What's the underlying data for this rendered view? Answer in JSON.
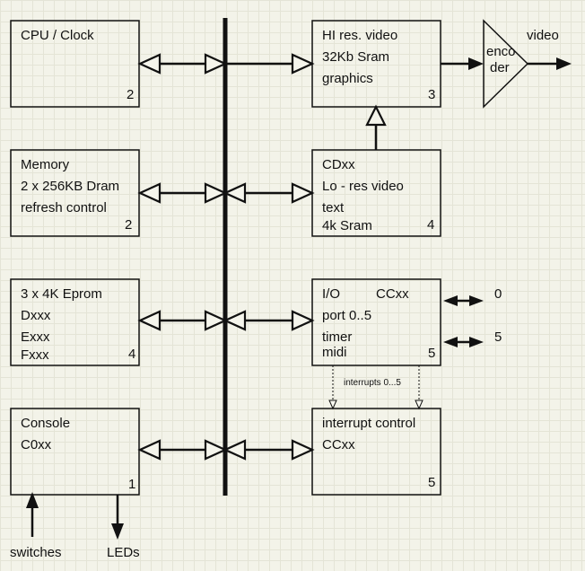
{
  "blocks": {
    "cpu": {
      "lines": [
        "CPU / Clock"
      ],
      "num": "2"
    },
    "hires": {
      "lines": [
        "HI res. video",
        "32Kb Sram",
        "graphics"
      ],
      "num": "3"
    },
    "memory": {
      "lines": [
        "Memory",
        "2 x 256KB Dram",
        "refresh control"
      ],
      "num": "2"
    },
    "cdxx": {
      "lines": [
        "CDxx",
        "Lo - res video",
        "text",
        "4k Sram"
      ],
      "num": "4"
    },
    "eprom": {
      "lines": [
        "3 x 4K Eprom",
        "Dxxx",
        "Exxx",
        "Fxxx"
      ],
      "num": "4"
    },
    "io": {
      "lines": [
        "I/O",
        "CCxx",
        "port 0..5",
        "timer",
        "midi"
      ],
      "num": "5"
    },
    "console": {
      "lines": [
        "Console",
        "C0xx"
      ],
      "num": "1"
    },
    "interrupt": {
      "lines": [
        "interrupt control",
        "CCxx"
      ],
      "num": "5"
    }
  },
  "encoder": {
    "line1": "enco",
    "line2": "der"
  },
  "labels": {
    "video": "video",
    "port0": "0",
    "port5": "5",
    "interrupts": "interrupts 0...5",
    "switches": "switches",
    "leds": "LEDs"
  }
}
